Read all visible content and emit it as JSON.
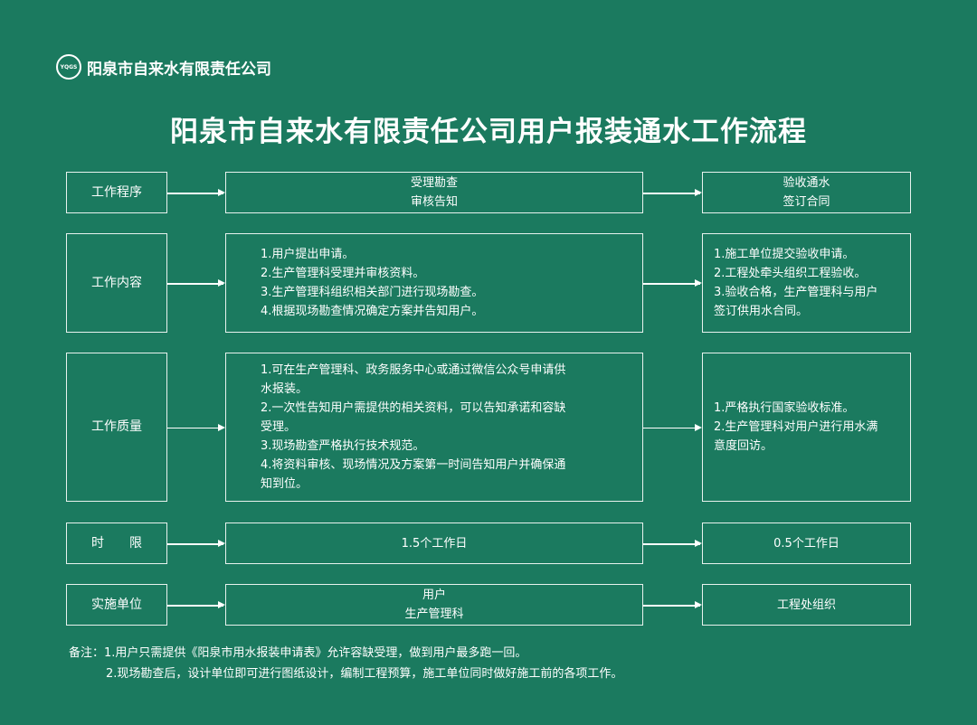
{
  "logo": {
    "badge": "YQGS",
    "company": "阳泉市自来水有限责任公司"
  },
  "title": "阳泉市自来水有限责任公司用户报装通水工作流程",
  "rows": [
    {
      "label": "工作程序",
      "middle": [
        "受理勘查",
        "审核告知"
      ],
      "right": [
        "验收通水",
        "签订合同"
      ]
    },
    {
      "label": "工作内容",
      "middle": [
        "1.用户提出申请。",
        "2.生产管理科受理并审核资料。",
        "3.生产管理科组织相关部门进行现场勘查。",
        "4.根据现场勘查情况确定方案并告知用户。"
      ],
      "right": [
        "1.施工单位提交验收申请。",
        "2.工程处牵头组织工程验收。",
        "3.验收合格，生产管理科与用户",
        "签订供用水合同。"
      ]
    },
    {
      "label": "工作质量",
      "middle": [
        "1.可在生产管理科、政务服务中心或通过微信公众号申请供",
        "水报装。",
        "2.一次性告知用户需提供的相关资料，可以告知承诺和容缺",
        "受理。",
        "3.现场勘查严格执行技术规范。",
        "4.将资料审核、现场情况及方案第一时间告知用户并确保通",
        "知到位。"
      ],
      "right": [
        "1.严格执行国家验收标准。",
        "2.生产管理科对用户进行用水满",
        "意度回访。"
      ]
    },
    {
      "label": "时　　限",
      "middle": [
        "1.5个工作日"
      ],
      "right": [
        "0.5个工作日"
      ]
    },
    {
      "label": "实施单位",
      "middle": [
        "用户",
        "生产管理科"
      ],
      "right": [
        "工程处组织"
      ]
    }
  ],
  "notes": [
    "备注：1.用户只需提供《阳泉市用水报装申请表》允许容缺受理，做到用户最多跑一回。",
    "2.现场勘查后，设计单位即可进行图纸设计，编制工程预算，施工单位同时做好施工前的各项工作。"
  ]
}
